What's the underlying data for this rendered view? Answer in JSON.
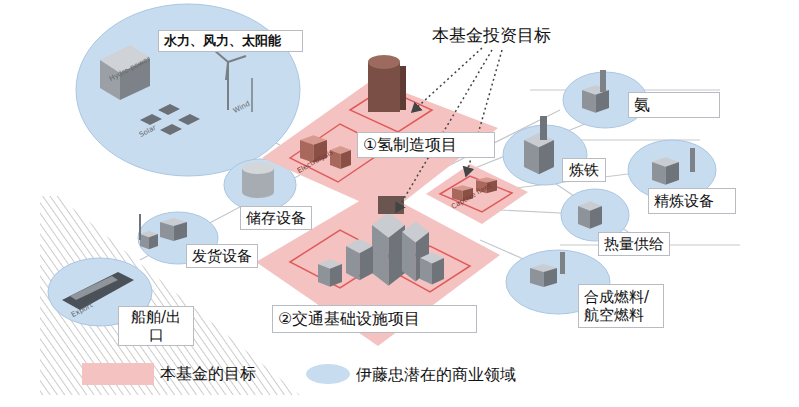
{
  "diagram": {
    "nodes": [
      {
        "text": [
          "水力、风力、太阳能"
        ]
      },
      {
        "text": [
          "①氢制造项目"
        ]
      },
      {
        "text": [
          "氨"
        ]
      },
      {
        "text": [
          "炼铁"
        ]
      },
      {
        "text": [
          "储存设备"
        ]
      },
      {
        "text": [
          "精炼设备"
        ]
      },
      {
        "text": [
          "发货设备"
        ]
      },
      {
        "text": [
          "热量供给"
        ]
      },
      {
        "text": [
          "合成燃料/ 航空燃料"
        ]
      },
      {
        "text": [
          "船舶/出口"
        ]
      },
      {
        "text": [
          "②交通基础设施项目"
        ]
      }
    ],
    "labels": [
      "本基金投资目标",
      "Hydro-power",
      "Wind",
      "Solar",
      "Electrolysis",
      "Captive fleet",
      "Export"
    ],
    "legend": [
      {
        "text": "本基金的目标",
        "color": "#f5c2c2"
      },
      {
        "text": "伊藤忠潜在的商业领域",
        "color": "#c8dcf0"
      }
    ]
  }
}
